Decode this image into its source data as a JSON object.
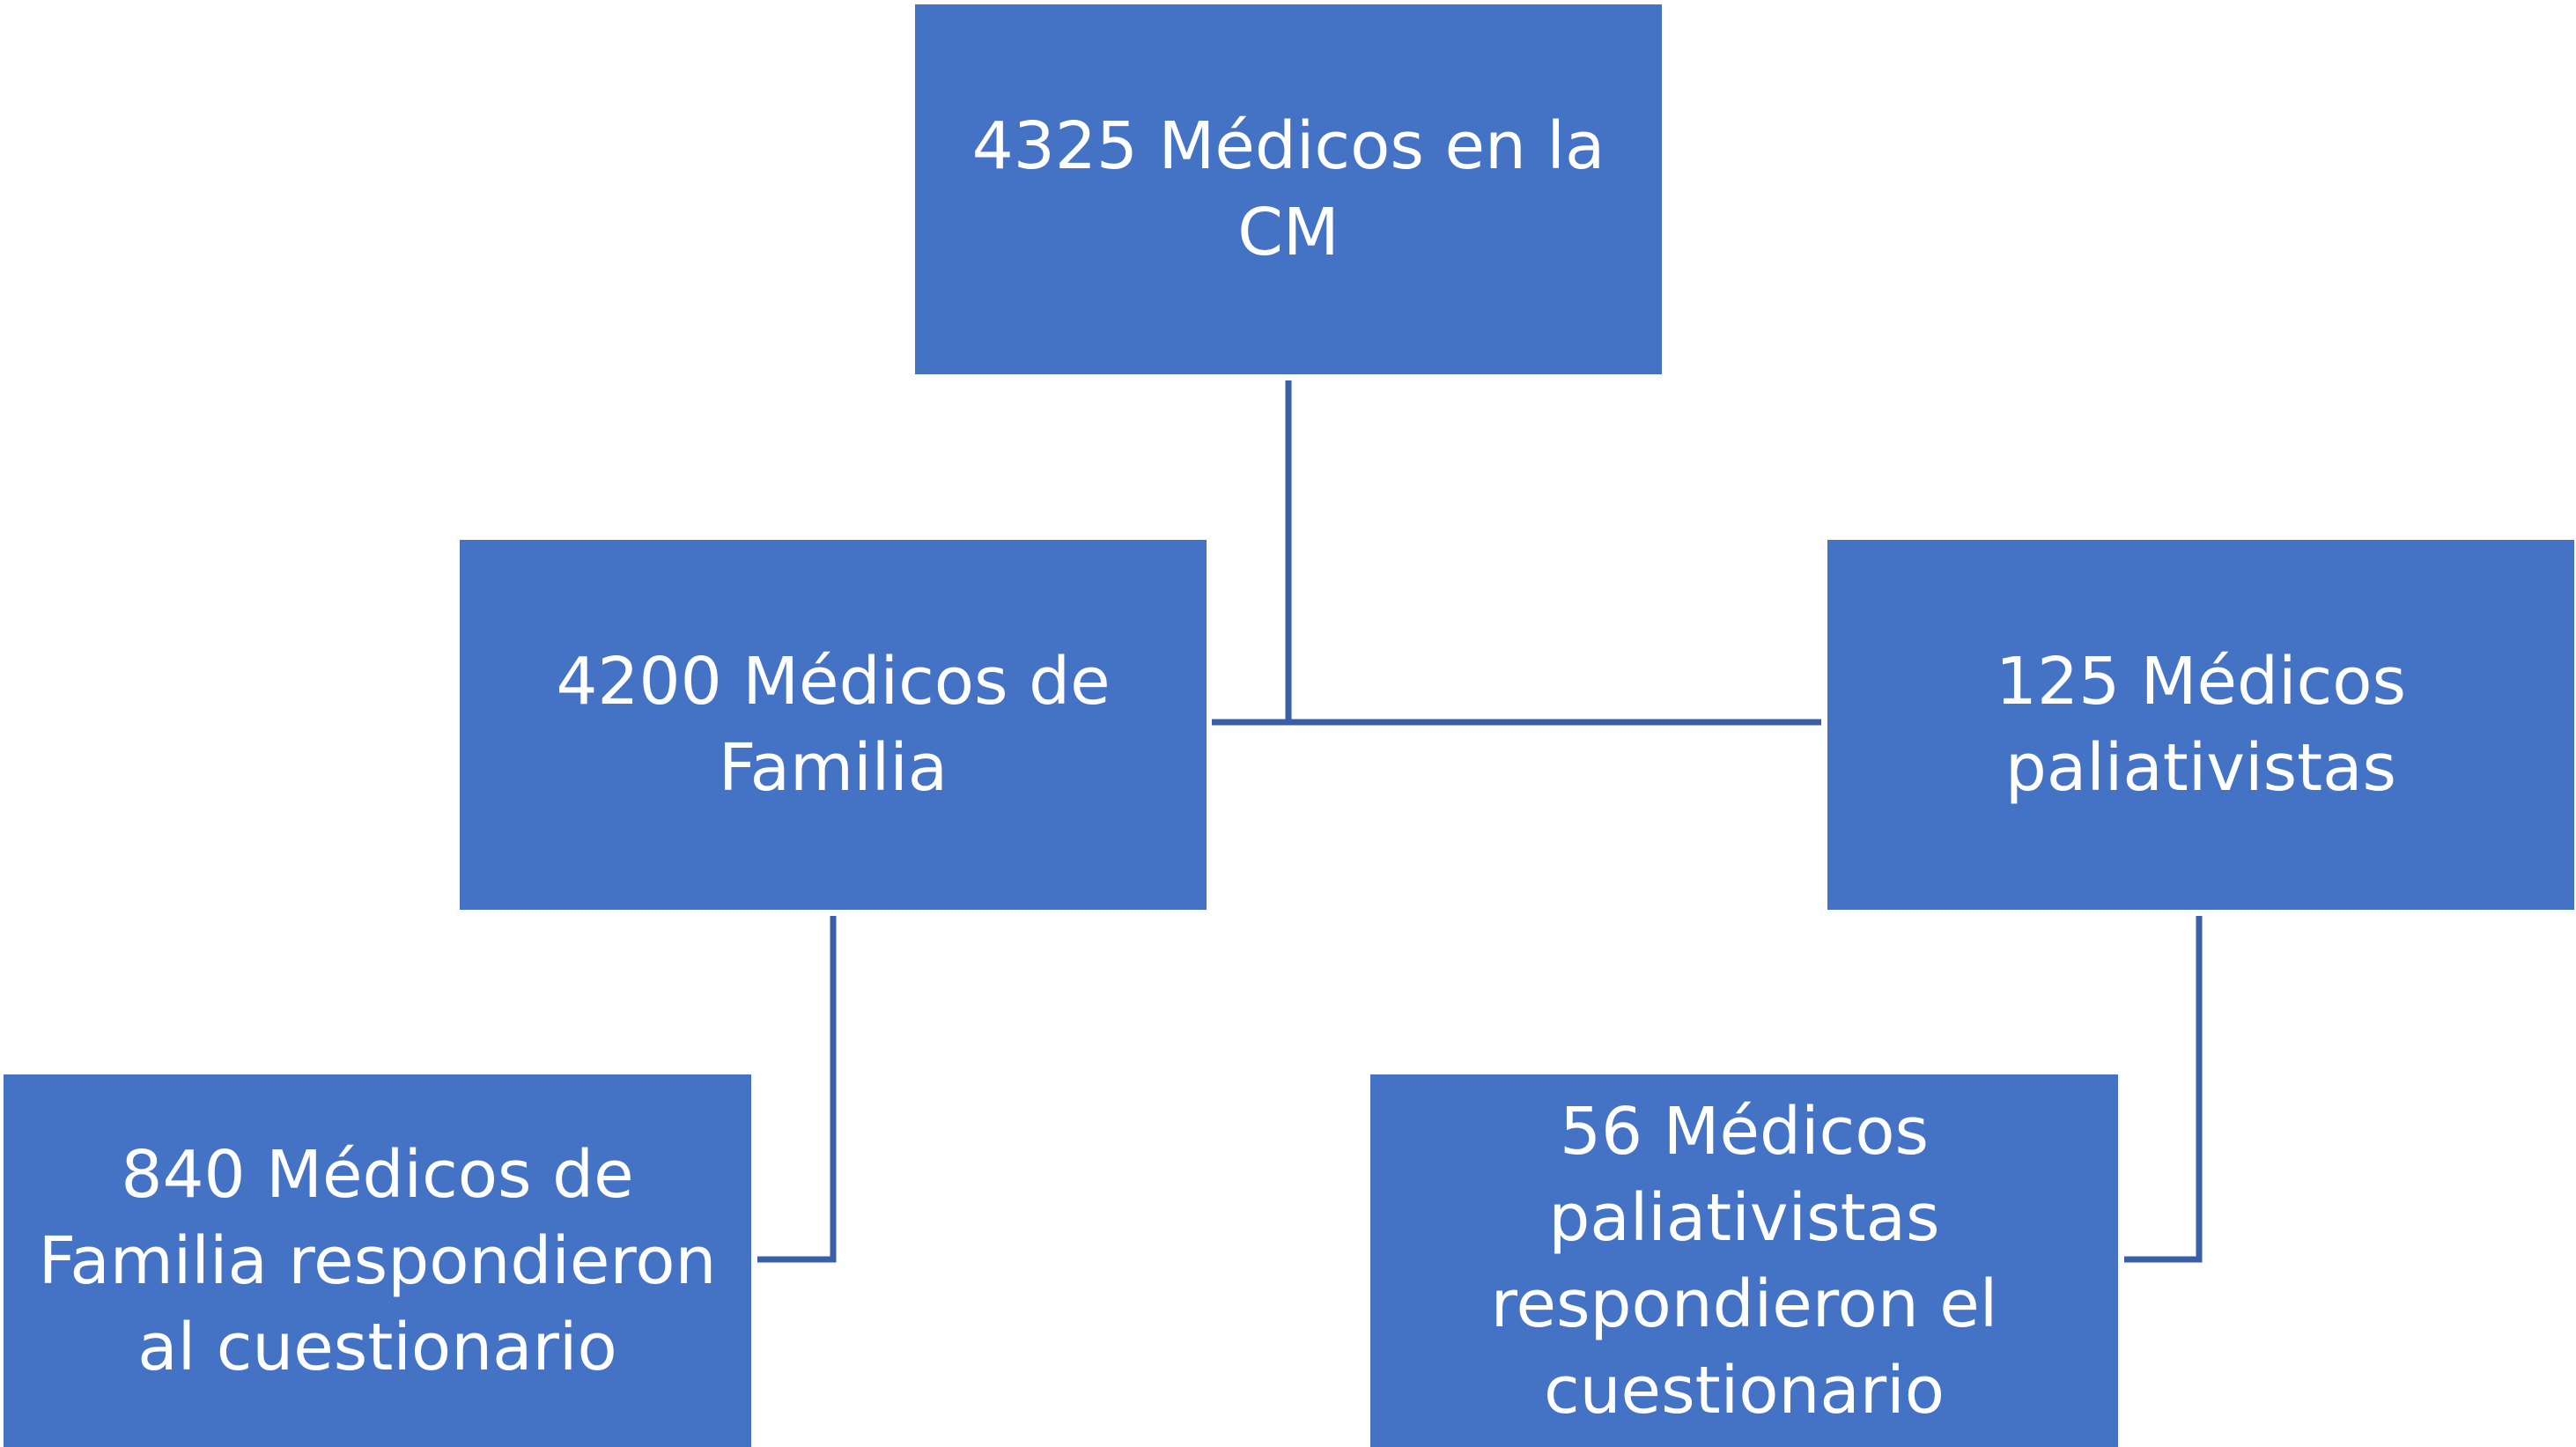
{
  "nodes": {
    "top": "4325 Médicos en la\nCM",
    "left": "4200 Médicos de\nFamilia",
    "right": "125 Médicos\npaliativistas",
    "bottom_left": "840 Médicos de\nFamilia respondieron\nal cuestionario",
    "bottom_right": "56 Médicos\npaliativistas\nrespondieron el\ncuestionario"
  },
  "colors": {
    "box_fill": "#4472c4",
    "text": "#ffffff",
    "connector": "#3a5ea8"
  }
}
